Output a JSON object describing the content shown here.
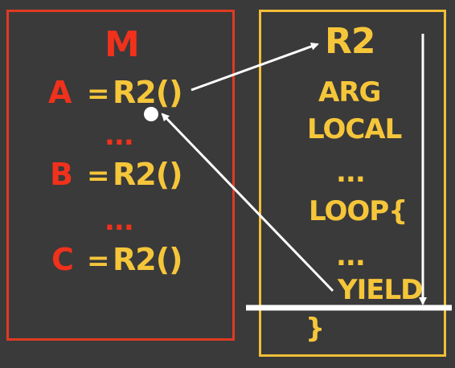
{
  "main_box": {
    "title": "M",
    "lines": [
      {
        "var": "A",
        "eq": "=",
        "call": "R2()"
      },
      {
        "dots": "..."
      },
      {
        "var": "B",
        "eq": "=",
        "call": "R2()"
      },
      {
        "dots": "..."
      },
      {
        "var": "C",
        "eq": "=",
        "call": "R2()"
      }
    ]
  },
  "routine_box": {
    "title": "R2",
    "lines": [
      "ARG",
      "LOCAL",
      "...",
      "LOOP{",
      "...",
      "YIELD",
      "}"
    ]
  },
  "colors": {
    "background": "#3a3a3a",
    "main_red": "#e03a22",
    "routine_yellow": "#f2be36",
    "arrow_white": "#ffffff"
  }
}
